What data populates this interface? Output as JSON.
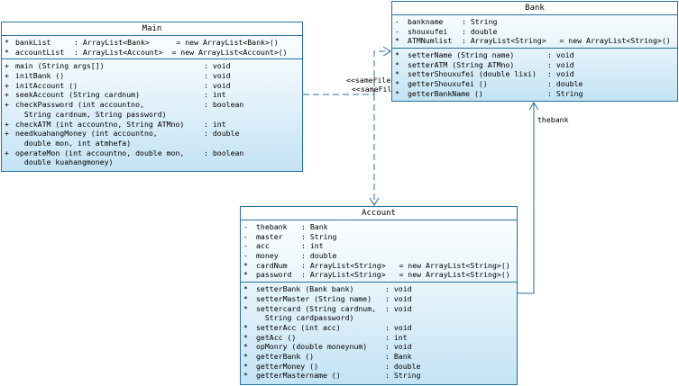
{
  "main": {
    "title": "Main",
    "attributes": [
      {
        "vis": "*",
        "name": "bankList",
        "type": ": ArrayList<Bank>      = new ArrayList<Bank>()"
      },
      {
        "vis": "*",
        "name": "accountList",
        "type": ": ArrayList<Account>  = new ArrayList<Account>()"
      }
    ],
    "operations": [
      {
        "vis": "+",
        "name": "main (String args[])",
        "type": ": void"
      },
      {
        "vis": "+",
        "name": "initBank ()",
        "type": ": void"
      },
      {
        "vis": "+",
        "name": "initAccount ()",
        "type": ": void"
      },
      {
        "vis": "+",
        "name": "seekAccount (String cardnum)",
        "type": ": int"
      },
      {
        "vis": "+",
        "name": "checkPassword (int accountno,\n  String cardnum, String password)",
        "type": ": boolean"
      },
      {
        "vis": "+",
        "name": "checkATM (int accountno, String ATMno)",
        "type": ": int"
      },
      {
        "vis": "+",
        "name": "needkuahangMoney (int accountno,\n  double mon, int atmhefa)",
        "type": ": double"
      },
      {
        "vis": "+",
        "name": "operateMon (int accountno, double mon,\n  double kuahangmoney)",
        "type": ": boolean"
      }
    ]
  },
  "bank": {
    "title": "Bank",
    "attributes": [
      {
        "vis": "-",
        "name": "bankname",
        "type": ": String"
      },
      {
        "vis": "-",
        "name": "shouxufei",
        "type": ": double"
      },
      {
        "vis": "*",
        "name": "ATMNumlist",
        "type": ": ArrayList<String>   = new ArrayList<String>()"
      }
    ],
    "operations": [
      {
        "vis": "*",
        "name": "setterName (String name)",
        "type": ": void"
      },
      {
        "vis": "*",
        "name": "setterATM (String ATMno)",
        "type": ": void"
      },
      {
        "vis": "*",
        "name": "setterShouxufei (double lixi)",
        "type": ": void"
      },
      {
        "vis": "*",
        "name": "getterShouxufei ()",
        "type": ": double"
      },
      {
        "vis": "*",
        "name": "getterBankName ()",
        "type": ": String"
      }
    ]
  },
  "account": {
    "title": "Account",
    "attributes": [
      {
        "vis": "-",
        "name": "thebank",
        "type": ": Bank"
      },
      {
        "vis": "-",
        "name": "master",
        "type": ": String"
      },
      {
        "vis": "-",
        "name": "acc",
        "type": ": int"
      },
      {
        "vis": "-",
        "name": "money",
        "type": ": double"
      },
      {
        "vis": "*",
        "name": "cardNum",
        "type": ": ArrayList<String>   = new ArrayList<String>()"
      },
      {
        "vis": "*",
        "name": "password",
        "type": ": ArrayList<String>   = new ArrayList<String>()"
      }
    ],
    "operations": [
      {
        "vis": "*",
        "name": "setterBank (Bank bank)",
        "type": ": void"
      },
      {
        "vis": "*",
        "name": "setterMaster (String name)",
        "type": ": void"
      },
      {
        "vis": "*",
        "name": "settercard (String cardnum,\n  String cardpassword)",
        "type": ": void"
      },
      {
        "vis": "*",
        "name": "setterAcc (int acc)",
        "type": ": void"
      },
      {
        "vis": "*",
        "name": "getAcc ()",
        "type": ": int"
      },
      {
        "vis": "*",
        "name": "opMonry (double moneynum)",
        "type": ": void"
      },
      {
        "vis": "*",
        "name": "getterBank ()",
        "type": ": Bank"
      },
      {
        "vis": "*",
        "name": "getterMoney ()",
        "type": ": double"
      },
      {
        "vis": "*",
        "name": "getterMastername ()",
        "type": ": String"
      }
    ]
  },
  "connectors": {
    "samefile_label_1": "<<sameFile",
    "samefile_label_2": "<<sameFil",
    "association_label": "thebank",
    "line_color": "#2a6f9a"
  }
}
